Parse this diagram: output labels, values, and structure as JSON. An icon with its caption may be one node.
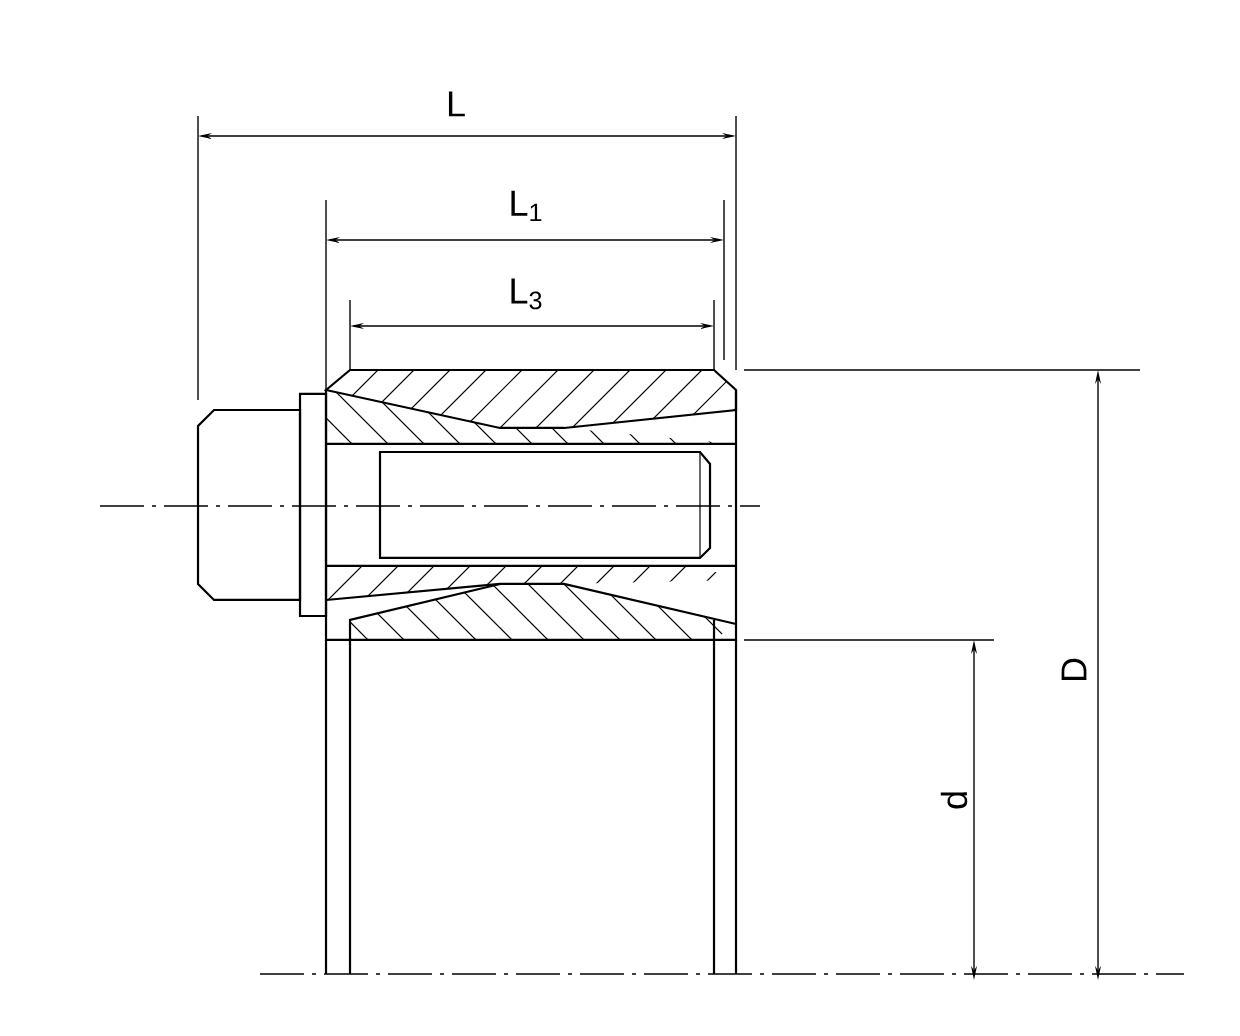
{
  "diagram": {
    "labels": [
      "L",
      "L$_{1}$",
      "L$_{3}$",
      "D",
      "d"
    ]
  }
}
